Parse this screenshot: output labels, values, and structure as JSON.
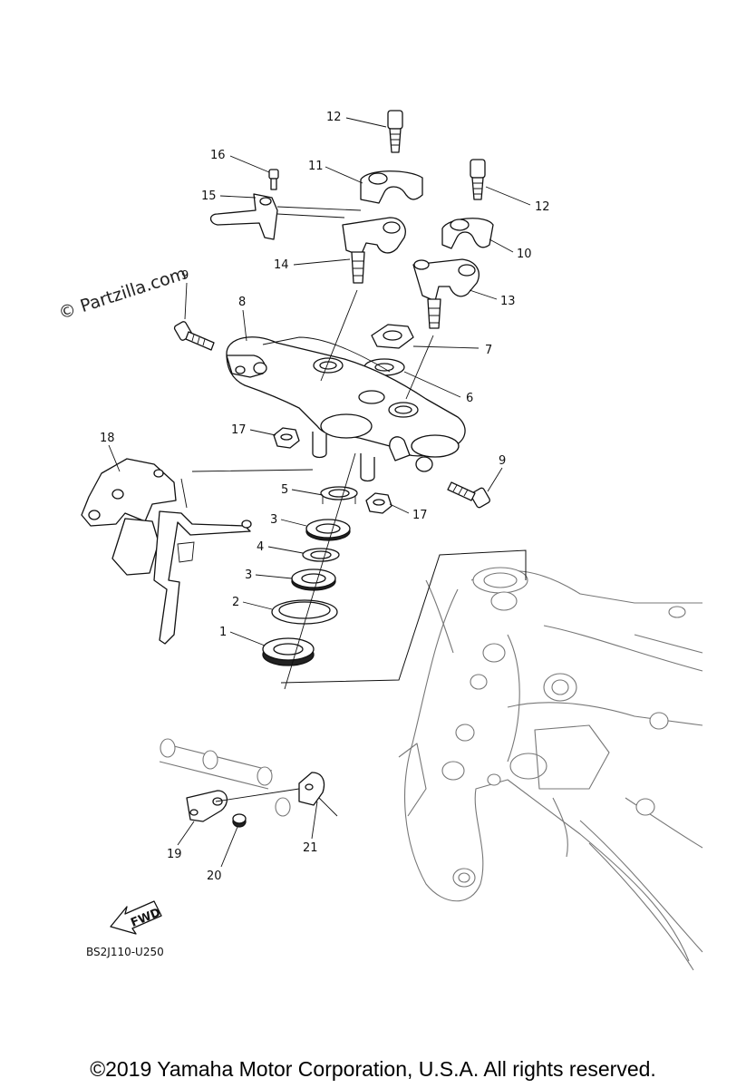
{
  "watermark": "© Partzilla.com",
  "diagram_code": "BS2J110-U250",
  "fwd_label": "FWD",
  "copyright": "©2019 Yamaha Motor Corporation, U.S.A. All rights reserved.",
  "callouts": {
    "c1": "1",
    "c2": "2",
    "c3a": "3",
    "c3b": "3",
    "c4": "4",
    "c5": "5",
    "c6": "6",
    "c7": "7",
    "c8": "8",
    "c9a": "9",
    "c9b": "9",
    "c10": "10",
    "c11": "11",
    "c12a": "12",
    "c12b": "12",
    "c13": "13",
    "c14": "14",
    "c15": "15",
    "c16": "16",
    "c17a": "17",
    "c17b": "17",
    "c18": "18",
    "c19": "19",
    "c20": "20",
    "c21": "21"
  }
}
